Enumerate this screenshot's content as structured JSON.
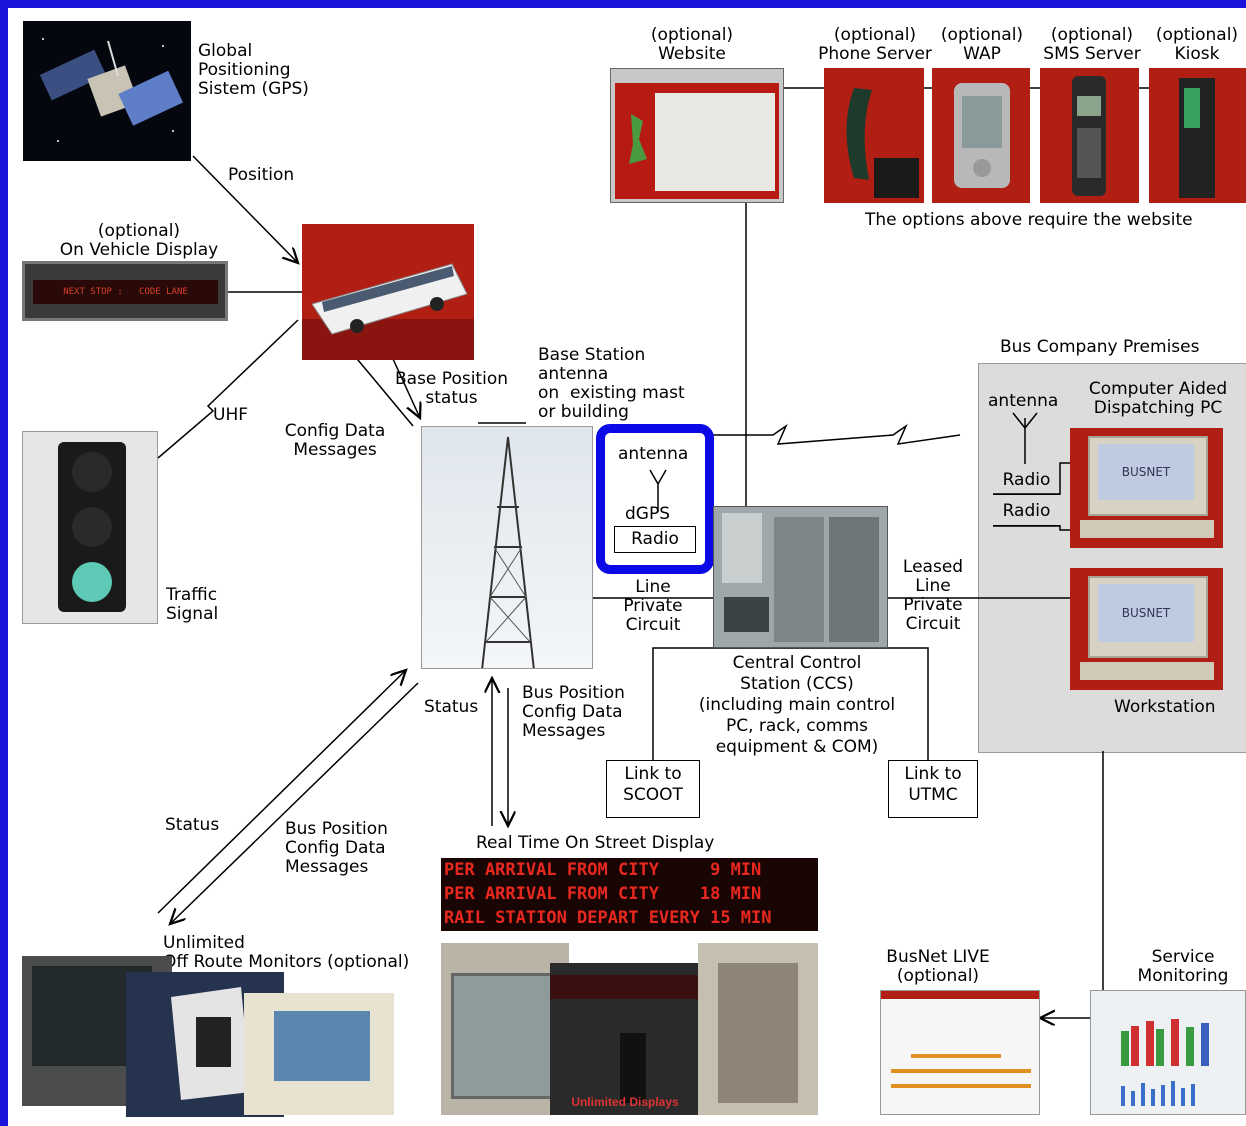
{
  "gps": {
    "label": "Global\nPositioning\nSistem (GPS)",
    "edge_label": "Position"
  },
  "vehicle_display": {
    "label": "(optional)\nOn Vehicle Display",
    "led_text": "NEXT STOP :   CODE LANE"
  },
  "uhf_label": "UHF",
  "traffic_signal": {
    "label": "Traffic\nSignal"
  },
  "base_position_status": "Base Position\nstatus",
  "config_data_messages": "Config Data\nMessages",
  "base_station": "Base Station\nantenna\non  existing mast\nor building",
  "dgps_box": {
    "antenna": "antenna",
    "dgps": "dGPS",
    "radio": "Radio"
  },
  "line_private_circuit": "Line\nPrivate\nCircuit",
  "leased_line": "Leased\nLine\nPrivate\nCircuit",
  "ccs": "Central Control\nStation (CCS)\n(including main control\nPC, rack, comms\nequipment & COM)",
  "link_scoot": "Link to\nSCOOT",
  "link_utmc": "Link to\nUTMC",
  "status_label": "Status",
  "bus_position_config": "Bus Position\nConfig Data\nMessages",
  "website": {
    "label": "(optional)\nWebsite"
  },
  "options": [
    {
      "label": "(optional)\nPhone Server"
    },
    {
      "label": "(optional)\nWAP"
    },
    {
      "label": "(optional)\nSMS Server"
    },
    {
      "label": "(optional)\nKiosk"
    }
  ],
  "options_note": "The options above require the website",
  "premises": {
    "title": "Bus Company Premises",
    "antenna": "antenna",
    "cad_label": "Computer Aided\nDispatching PC",
    "radio1": "Radio",
    "radio2": "Radio",
    "workstation": "Workstation",
    "busnet_screen": "BUSNET"
  },
  "status_lower": "Status",
  "bus_position_lower": "Bus Position\nConfig Data\nMessages",
  "off_route": "Unlimited\nOff Route Monitors (optional)",
  "street_display": {
    "title": "Real Time On Street Display",
    "rows": [
      "PER ARRIVAL FROM CITY     9 MIN",
      "PER ARRIVAL FROM CITY    18 MIN",
      "RAIL STATION DEPART EVERY 15 MIN"
    ]
  },
  "unlimited_displays": "Unlimited Displays",
  "busnet_live": "BusNet LIVE\n(optional)",
  "service_monitoring": "Service\nMonitoring",
  "colors": {
    "frame": "#1a14d9",
    "highlight": "#0a0ae6",
    "photo_red": "#b01e14",
    "led": "#e8281e"
  }
}
